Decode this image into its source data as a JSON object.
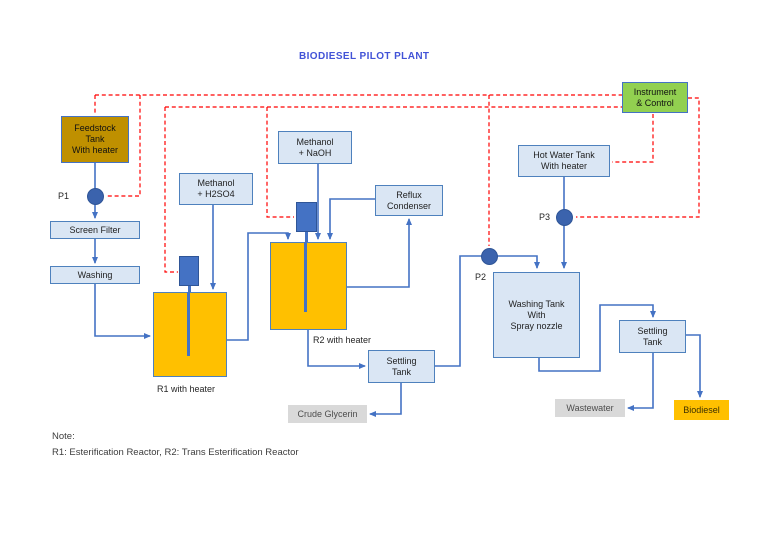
{
  "title": "BIODIESEL PILOT PLANT",
  "note": {
    "line1": "Note:",
    "line2": "R1: Esterification Reactor, R2: Trans Esterification Reactor"
  },
  "nodes": {
    "feedstock_tank": {
      "lines": [
        "Feedstock",
        "Tank",
        "With heater"
      ]
    },
    "screen_filter": {
      "label": "Screen Filter"
    },
    "washing": {
      "label": "Washing"
    },
    "methanol_h2so4": {
      "lines": [
        "Methanol",
        "+ H2SO4"
      ]
    },
    "methanol_naoh": {
      "lines": [
        "Methanol",
        "+ NaOH"
      ]
    },
    "reflux_condenser": {
      "lines": [
        "Reflux",
        "Condenser"
      ]
    },
    "hot_water_tank": {
      "lines": [
        "Hot Water Tank",
        "With heater"
      ]
    },
    "washing_tank": {
      "lines": [
        "Washing Tank",
        "With",
        "Spray nozzle"
      ]
    },
    "settling_tank_1": {
      "lines": [
        "Settling",
        "Tank"
      ]
    },
    "settling_tank_2": {
      "lines": [
        "Settling",
        "Tank"
      ]
    },
    "crude_glycerin": {
      "label": "Crude Glycerin"
    },
    "wastewater": {
      "label": "Wastewater"
    },
    "biodiesel": {
      "label": "Biodiesel"
    },
    "instrument_control": {
      "lines": [
        "Instrument",
        "& Control"
      ]
    },
    "r1_label": "R1 with heater",
    "r2_label": "R2 with heater"
  },
  "pumps": {
    "p1": "P1",
    "p2": "P2",
    "p3": "P3"
  },
  "colors": {
    "title_text": "#4253d7",
    "process_line_blue": "#4472c4",
    "control_line_red": "#ff0000",
    "reactor_orange": "#ffc000",
    "feedstock_gold": "#bf9000",
    "box_blue_fill": "#dae6f4",
    "box_blue_border": "#4e81bd",
    "gray_fill": "#d9d9d9",
    "instrument_green": "#92d050",
    "motor_blue": "#4472c4",
    "pump_blue": "#3b63ad"
  }
}
